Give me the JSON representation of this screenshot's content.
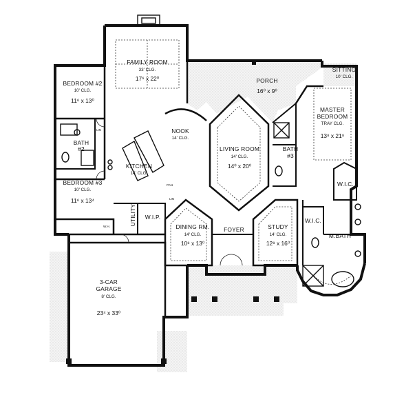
{
  "rooms": {
    "family": {
      "name": "FAMILY ROOM",
      "ceiling": "33' CLG.",
      "size": "17⁶ x 22⁰"
    },
    "bedroom2": {
      "name": "BEDROOM #2",
      "ceiling": "10' CLG.",
      "size": "11⁶ x 13⁰"
    },
    "bath2": {
      "name": "BATH",
      "num": "#2"
    },
    "nook": {
      "name": "NOOK",
      "ceiling": "14' CLG."
    },
    "kitchen": {
      "name": "KITCHEN",
      "ceiling": "14' CLG."
    },
    "bedroom3": {
      "name": "BEDROOM #3",
      "ceiling": "10' CLG.",
      "size": "11⁶ x 13⁴"
    },
    "porch": {
      "name": "PORCH",
      "size": "16⁰ x 9⁰"
    },
    "sitting": {
      "name": "SITTING",
      "ceiling": "10' CLG."
    },
    "master": {
      "name1": "MASTER",
      "name2": "BEDROOM",
      "ceiling": "TRAY CLG.",
      "size": "13⁸ x 21⁸"
    },
    "living": {
      "name": "LIVING ROOM",
      "ceiling": "14' CLG.",
      "size": "14⁰ x 20⁰"
    },
    "bath3": {
      "name": "BATH",
      "num": "#3"
    },
    "wic1": {
      "name": "W.I.C."
    },
    "wic2": {
      "name": "W.I.C."
    },
    "mbath": {
      "name": "M.BATH"
    },
    "dining": {
      "name": "DINING RM.",
      "ceiling": "14' CLG.",
      "size": "10⁸ x 13⁰"
    },
    "foyer": {
      "name": "FOYER"
    },
    "study": {
      "name": "STUDY",
      "ceiling": "14' CLG.",
      "size": "12⁸ x 16⁰"
    },
    "wip": {
      "name": "W.I.P."
    },
    "utility": {
      "name": "UTILITY"
    },
    "garage": {
      "name1": "3-CAR",
      "name2": "GARAGE",
      "ceiling": "8' CLG.",
      "size": "23⁴ x 33⁰"
    }
  },
  "small_labels": {
    "lin": "LIN",
    "lin2": "LIN",
    "pan": "PAN",
    "wh": "W.H."
  }
}
